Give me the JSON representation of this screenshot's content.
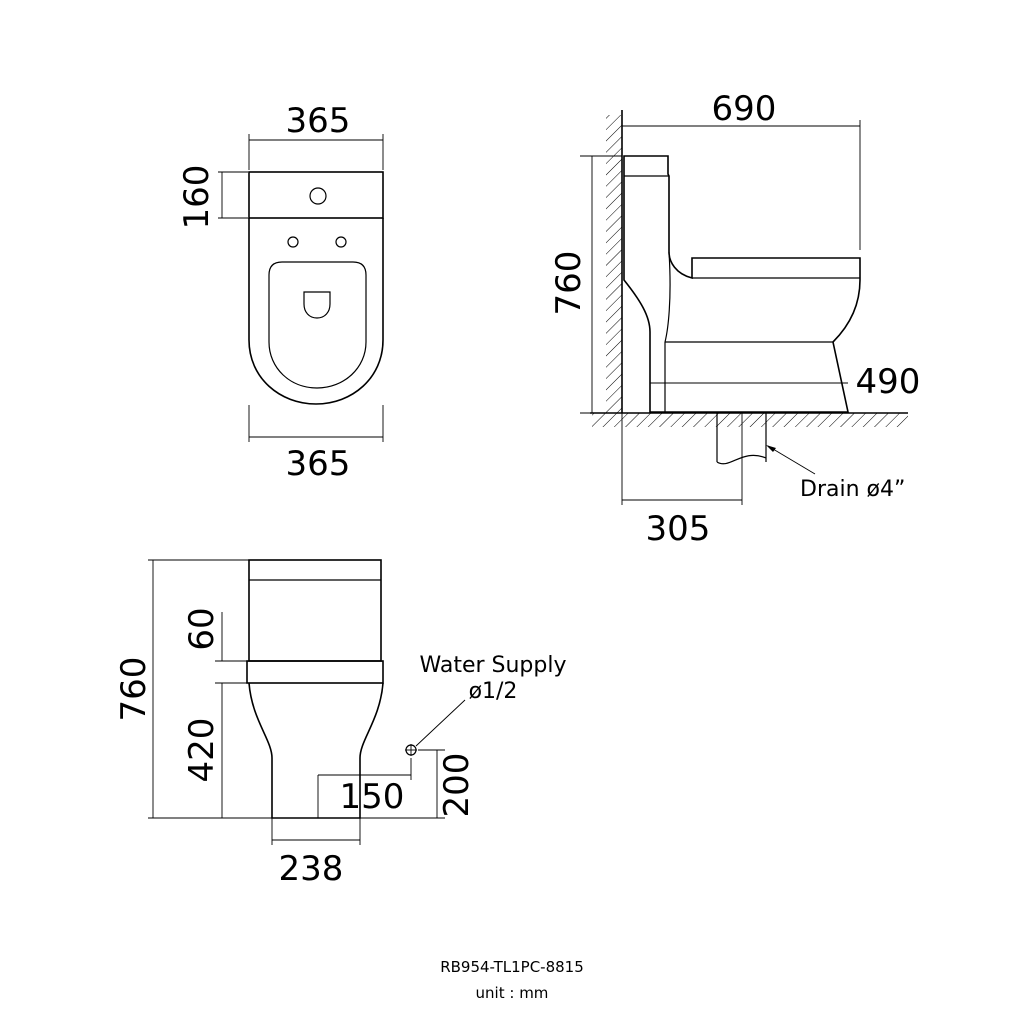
{
  "top_view": {
    "width_top": "365",
    "tank_depth": "160",
    "width_bottom": "365"
  },
  "side_view": {
    "total_depth": "690",
    "height": "760",
    "base_depth": "490",
    "rough_in": "305",
    "drain_label": "Drain ø4”"
  },
  "front_view": {
    "height": "760",
    "lid": "60",
    "seat_height": "420",
    "supply_offset": "150",
    "supply_height": "200",
    "base_width": "238",
    "water_supply_label": "Water Supply",
    "water_supply_size": "ø1/2"
  },
  "footer": {
    "model": "RB954-TL1PC-8815",
    "unit": "unit : mm"
  }
}
